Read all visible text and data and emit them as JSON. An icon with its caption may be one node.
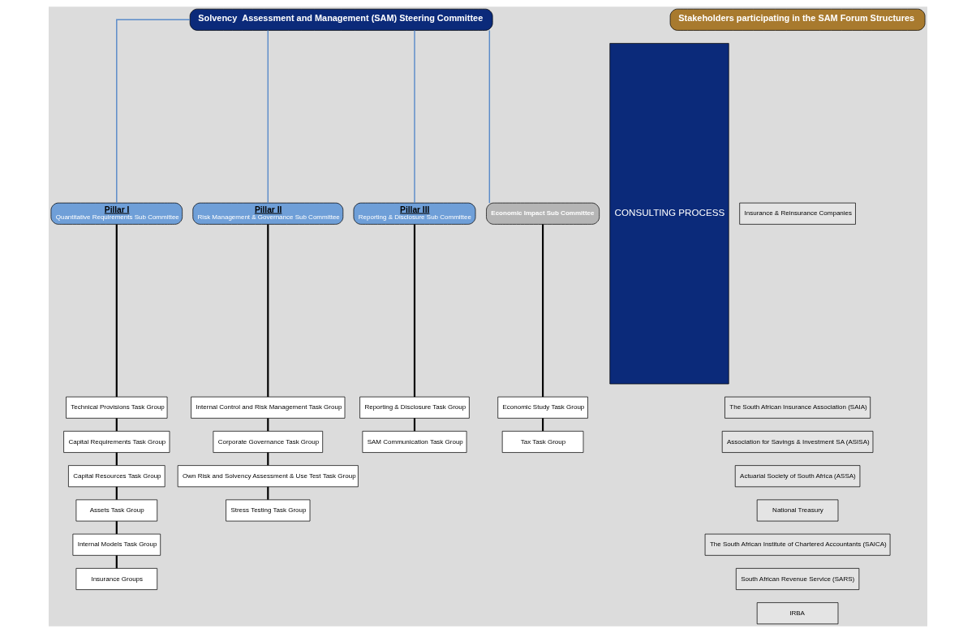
{
  "diagram": {
    "nodes": [
      {
        "text": [
          "Solvency  Assessment and Management (SAM) Steering Committee"
        ]
      },
      {
        "text": [
          "Pillar I",
          "Quantitative Requirements Sub Committee"
        ]
      },
      {
        "text": [
          "Pillar II",
          "Risk Management & Governance Sub Committee"
        ]
      },
      {
        "text": [
          "Pillar III",
          "Reporting & Disclosure Sub Committee"
        ]
      },
      {
        "text": [
          "Economic Impact Sub Committee"
        ]
      },
      {
        "text": [
          "Technical Provisions Task Group"
        ]
      },
      {
        "text": [
          "Capital Requirements Task Group"
        ]
      },
      {
        "text": [
          "Capital Resources Task Group"
        ]
      },
      {
        "text": [
          "Assets Task Group"
        ]
      },
      {
        "text": [
          "Internal Models Task Group"
        ]
      },
      {
        "text": [
          "Insurance Groups"
        ]
      },
      {
        "text": [
          "Internal Control and Risk Management Task Group"
        ]
      },
      {
        "text": [
          "Corporate Governance Task Group"
        ]
      },
      {
        "text": [
          "Own Risk and Solvency Assessment & Use Test Task Group"
        ]
      },
      {
        "text": [
          "Stress Testing Task Group"
        ]
      },
      {
        "text": [
          "Reporting & Disclosure Task Group"
        ]
      },
      {
        "text": [
          "SAM Communication Task Group"
        ]
      },
      {
        "text": [
          "Economic Study Task Group"
        ]
      },
      {
        "text": [
          "Tax Task Group"
        ]
      },
      {
        "text": [
          "CONSULTING PROCESS"
        ]
      },
      {
        "text": [
          "Stakeholders participating in the SAM Forum Structures"
        ]
      },
      {
        "text": [
          "Insurance & Reinsurance Companies"
        ]
      },
      {
        "text": [
          "The South African Insurance Association (SAIA)"
        ]
      },
      {
        "text": [
          "Association for Savings & Investment SA (ASISA)"
        ]
      },
      {
        "text": [
          "Actuarial Society of South Africa (ASSA)"
        ]
      },
      {
        "text": [
          "National Treasury"
        ]
      },
      {
        "text": [
          "The South African Institute of Chartered Accountants (SAICA)"
        ]
      },
      {
        "text": [
          "South African Revenue Service (SARS)"
        ]
      },
      {
        "text": [
          "IRBA"
        ]
      }
    ],
    "edges": [
      {
        "from": 0,
        "to": 1,
        "arrow": "none",
        "color": "#5b8bc9"
      },
      {
        "from": 0,
        "to": 2,
        "arrow": "none",
        "color": "#5b8bc9"
      },
      {
        "from": 0,
        "to": 3,
        "arrow": "none",
        "color": "#5b8bc9"
      },
      {
        "from": 0,
        "to": 4,
        "arrow": "none",
        "color": "#5b8bc9"
      },
      {
        "from": 1,
        "to": 5,
        "arrow": "none"
      },
      {
        "from": 5,
        "to": 6,
        "arrow": "none"
      },
      {
        "from": 6,
        "to": 7,
        "arrow": "none"
      },
      {
        "from": 7,
        "to": 8,
        "arrow": "none"
      },
      {
        "from": 8,
        "to": 9,
        "arrow": "none"
      },
      {
        "from": 9,
        "to": 10,
        "arrow": "none"
      },
      {
        "from": 2,
        "to": 11,
        "arrow": "none"
      },
      {
        "from": 11,
        "to": 12,
        "arrow": "none"
      },
      {
        "from": 12,
        "to": 13,
        "arrow": "none"
      },
      {
        "from": 13,
        "to": 14,
        "arrow": "none"
      },
      {
        "from": 3,
        "to": 15,
        "arrow": "none"
      },
      {
        "from": 15,
        "to": 16,
        "arrow": "none"
      },
      {
        "from": 4,
        "to": 17,
        "arrow": "none"
      },
      {
        "from": 17,
        "to": 18,
        "arrow": "none"
      }
    ]
  }
}
